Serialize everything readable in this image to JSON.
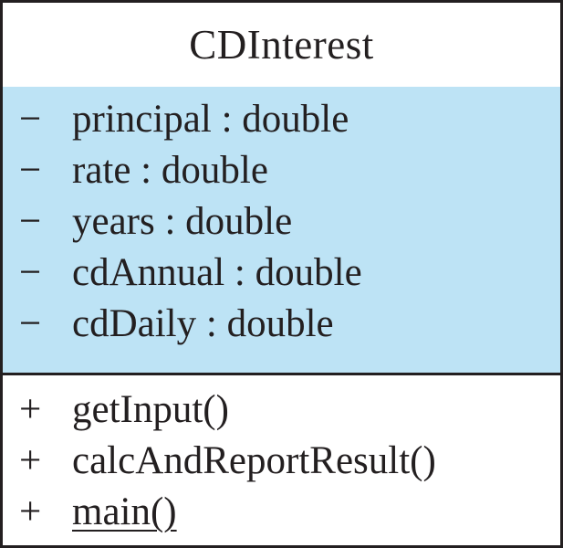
{
  "class": {
    "name": "CDInterest"
  },
  "attributes": [
    {
      "visibility": "−",
      "text": "principal : double"
    },
    {
      "visibility": "−",
      "text": "rate : double"
    },
    {
      "visibility": "−",
      "text": "years : double"
    },
    {
      "visibility": "−",
      "text": "cdAnnual : double"
    },
    {
      "visibility": "−",
      "text": "cdDaily : double"
    }
  ],
  "operations": [
    {
      "visibility": "+",
      "text": "getInput()"
    },
    {
      "visibility": "+",
      "text": "calcAndReportResult()"
    },
    {
      "visibility": "+",
      "text": "main()",
      "static": true
    }
  ],
  "colors": {
    "attribute_fill": "#bde3f5",
    "border": "#231f20",
    "text": "#231f20",
    "background": "#ffffff"
  }
}
